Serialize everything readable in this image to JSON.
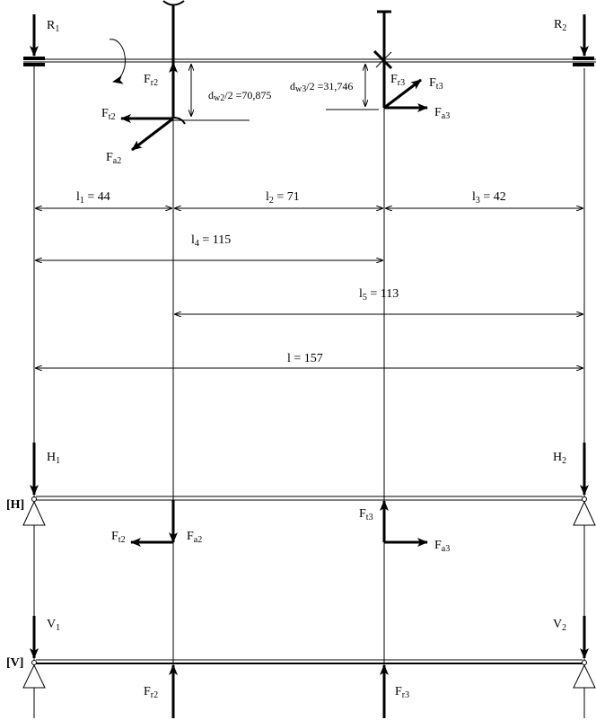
{
  "labels": {
    "R1": {
      "main": "R",
      "sub": "1"
    },
    "R2": {
      "main": "R",
      "sub": "2"
    },
    "Fr2": {
      "main": "F",
      "sub": "r2"
    },
    "Ft2": {
      "main": "F",
      "sub": "t2"
    },
    "Fa2": {
      "main": "F",
      "sub": "a2"
    },
    "Fr3": {
      "main": "F",
      "sub": "r3"
    },
    "Ft3": {
      "main": "F",
      "sub": "t3"
    },
    "Fa3": {
      "main": "F",
      "sub": "a3"
    },
    "H1": {
      "main": "H",
      "sub": "1"
    },
    "H2": {
      "main": "H",
      "sub": "2"
    },
    "V1": {
      "main": "V",
      "sub": "1"
    },
    "V2": {
      "main": "V",
      "sub": "2"
    }
  },
  "dimensions": {
    "dw2": {
      "main": "d",
      "sub": "w2",
      "rest": "/2 =70,875"
    },
    "dw3": {
      "main": "d",
      "sub": "w3",
      "rest": "/2 =31,746"
    },
    "l1": {
      "main": "l",
      "sub": "1",
      "rest": " = 44"
    },
    "l2": {
      "main": "l",
      "sub": "2",
      "rest": " = 71"
    },
    "l3": {
      "main": "l",
      "sub": "3",
      "rest": " = 42"
    },
    "l4": {
      "main": "l",
      "sub": "4",
      "rest": " = 115"
    },
    "l5": {
      "main": "l",
      "sub": "5",
      "rest": " = 113"
    },
    "l": {
      "main": "l",
      "rest": " = 157"
    }
  },
  "planes": {
    "horizontal": "[H]",
    "vertical": "[V]"
  }
}
